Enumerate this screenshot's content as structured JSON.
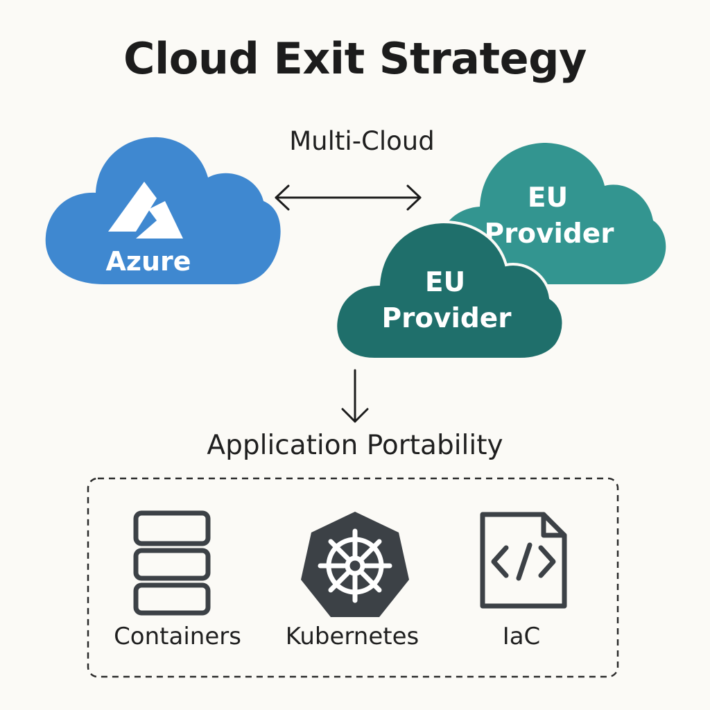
{
  "title": "Cloud Exit Strategy",
  "connector_label": "Multi-Cloud",
  "clouds": {
    "azure": {
      "label": "Azure",
      "color": "#3f88d0"
    },
    "eu_back": {
      "line1": "EU",
      "line2": "Provider",
      "color": "#339590"
    },
    "eu_front": {
      "line1": "EU",
      "line2": "Provider",
      "color": "#1f6f6b"
    }
  },
  "portability_label": "Application Portability",
  "tools": [
    {
      "label": "Containers",
      "icon": "containers-icon"
    },
    {
      "label": "Kubernetes",
      "icon": "kubernetes-icon"
    },
    {
      "label": "IaC",
      "icon": "code-file-icon"
    }
  ],
  "colors": {
    "icon_dark": "#3c4146",
    "line": "#1c1c1c"
  }
}
